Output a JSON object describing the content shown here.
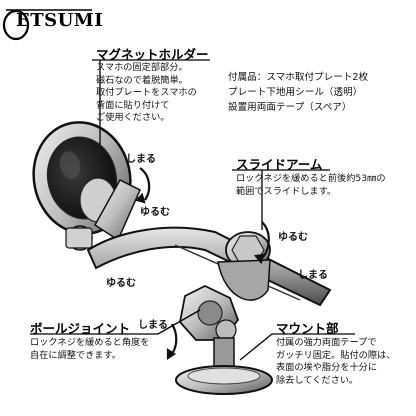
{
  "logo": {
    "text": "ETSUMI"
  },
  "magnet_holder": {
    "title": "マグネットホルダー",
    "lines": [
      "スマホの固定部部分。",
      "磁石なので着脱簡単。",
      "取付プレートをスマホの",
      "背面に貼り付けて",
      "ご使用ください。"
    ]
  },
  "accessories": {
    "lines": [
      "付属品：スマホ取付プレート2枚",
      "プレート下地用シール（透明）",
      "設置用両面テープ（スペア）"
    ]
  },
  "slide_arm": {
    "title": "スライドアーム",
    "lines": [
      "ロックネジを緩めると前後約53㎜の",
      "範囲でスライドします。"
    ]
  },
  "ball_joint": {
    "title": "ボールジョイント",
    "lines": [
      "ロックネジを緩めると角度を",
      "自在に調整できます。"
    ]
  },
  "mount": {
    "title": "マウント部",
    "lines": [
      "付属の強力両面テープで",
      "ガッチリ固定。貼付の際は、",
      "表面の埃や脂分を十分に",
      "除去してください。"
    ]
  },
  "directions": {
    "tighten_1": "しまる",
    "loosen_1": "ゆるむ",
    "loosen_2": "ゆるむ",
    "tighten_2": "しまる",
    "loosen_3": "ゆるむ",
    "tighten_3": "しまる"
  },
  "colors": {
    "ink": "#111111",
    "metal_light": "#d8d8d8",
    "metal_mid": "#9a9a9a",
    "metal_dark": "#3a3a3a"
  }
}
